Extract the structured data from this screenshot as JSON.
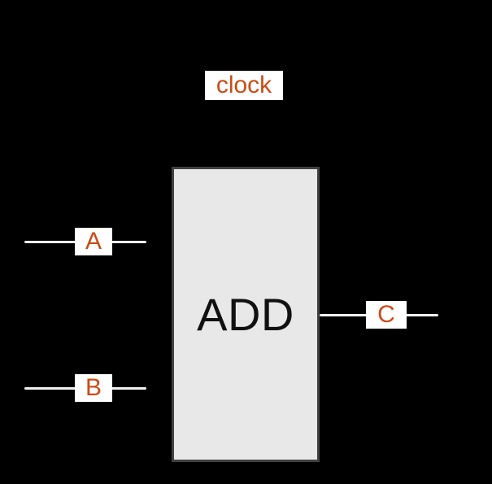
{
  "diagram": {
    "block": {
      "label": "ADD"
    },
    "ports": {
      "clock": {
        "label": "clock",
        "side": "top"
      },
      "a": {
        "label": "A",
        "side": "left",
        "role": "input"
      },
      "b": {
        "label": "B",
        "side": "left",
        "role": "input"
      },
      "c": {
        "label": "C",
        "side": "right",
        "role": "output"
      }
    },
    "colors": {
      "background": "#000000",
      "block_fill": "#e8e8e8",
      "block_border": "#404040",
      "block_text": "#111111",
      "wire": "#f0f0f0",
      "port_label_bg": "#ffffff",
      "port_label_text": "#cb4b16"
    }
  }
}
